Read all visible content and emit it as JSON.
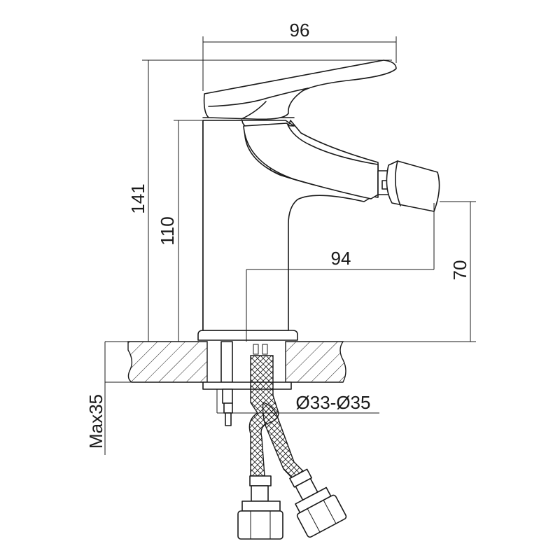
{
  "dimensions": {
    "width_top": "96",
    "height_total": "141",
    "height_body": "110",
    "spout_reach": "94",
    "outlet_height": "70",
    "hole_diameter": "Ø33-Ø35",
    "max_thickness": "Max35"
  },
  "colors": {
    "line": "#1a1a1a",
    "background": "#ffffff"
  }
}
